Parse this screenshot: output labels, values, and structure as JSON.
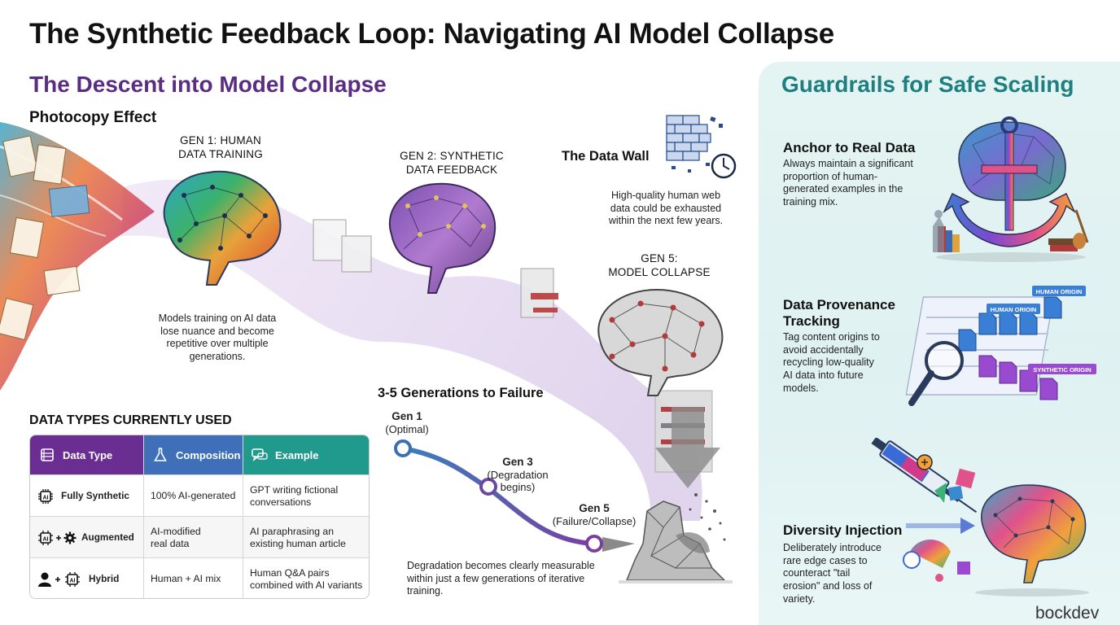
{
  "title": "The Synthetic Feedback Loop: Navigating AI Model Collapse",
  "left_section": {
    "title": "The Descent into Model Collapse",
    "photocopy_label": "Photocopy Effect",
    "gen1_label": "GEN 1: HUMAN\nDATA TRAINING",
    "gen2_label": "GEN 2: SYNTHETIC\nDATA FEEDBACK",
    "gen5_label": "GEN 5:\nMODEL COLLAPSE",
    "models_note": "Models training on AI data\nlose nuance and become\nrepetitive over multiple\ngenerations.",
    "data_wall": {
      "title": "The Data Wall",
      "note": "High-quality human web\ndata could be exhausted\nwithin the next few years."
    }
  },
  "generations": {
    "title": "3-5 Generations to Failure",
    "points": [
      {
        "name": "Gen 1",
        "desc": "(Optimal)"
      },
      {
        "name": "Gen 3",
        "desc": "(Degradation\nbegins)"
      },
      {
        "name": "Gen 5",
        "desc": "(Failure/Collapse)"
      }
    ],
    "note": "Degradation becomes clearly measurable\nwithin just a few generations of iterative\ntraining.",
    "colors": {
      "start": "#3a7fbf",
      "end": "#7a3fa0"
    }
  },
  "data_types": {
    "heading": "DATA TYPES CURRENTLY USED",
    "columns": [
      {
        "label": "Data Type",
        "color": "#6a2d91",
        "icon": "database-icon"
      },
      {
        "label": "Composition",
        "color": "#3f6fb8",
        "icon": "flask-icon"
      },
      {
        "label": "Example",
        "color": "#1f9a8c",
        "icon": "chat-icon"
      }
    ],
    "rows": [
      {
        "type": "Fully Synthetic",
        "composition": "100% AI-generated",
        "example": "GPT writing fictional\nconversations",
        "icon": "ai-chip-icon"
      },
      {
        "type": "Augmented",
        "composition": "AI-modified\nreal data",
        "example": "AI paraphrasing an\nexisting human article",
        "icon": "ai-plus-gear-icon"
      },
      {
        "type": "Hybrid",
        "composition": "Human + AI mix",
        "example": "Human Q&A pairs\ncombined with AI variants",
        "icon": "person-plus-ai-icon"
      }
    ]
  },
  "guardrails": {
    "title": "Guardrails for Safe Scaling",
    "items": [
      {
        "heading": "Anchor to Real Data",
        "text": "Always maintain a significant\nproportion of human-\ngenerated examples in the\ntraining mix."
      },
      {
        "heading": "Data Provenance\nTracking",
        "text": "Tag content origins to\navoid accidentally\nrecycling low-quality\nAI data into future\nmodels."
      },
      {
        "heading": "Diversity Injection",
        "text": "Deliberately introduce\nrare edge cases to\ncounteract \"tail\nerosion\" and loss of\nvariety."
      }
    ],
    "provenance_tags": [
      "HUMAN ORIGIN",
      "HUMAN ORIOIN",
      "SYNTHETIC ORIGIN"
    ]
  },
  "watermark": "bockdev"
}
